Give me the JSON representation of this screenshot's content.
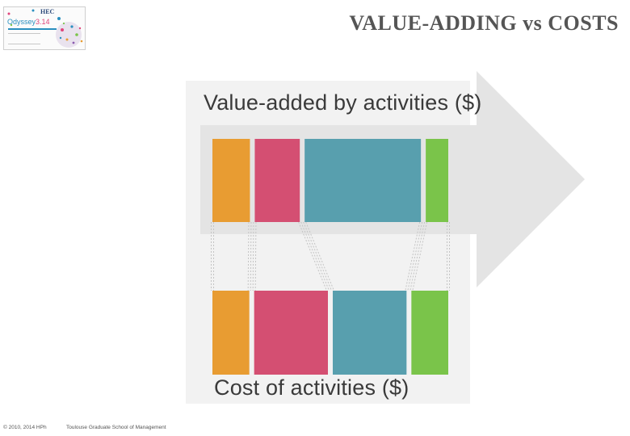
{
  "header": {
    "title": "VALUE-ADDING vs COSTS"
  },
  "logo": {
    "institution": "HEC",
    "brand_main": "Odyssey",
    "brand_num": "3.14",
    "icon": "odyssey-hec-logo-icon"
  },
  "diagram": {
    "label_value": "Value-added by activities ($)",
    "label_cost": "Cost of activities ($)",
    "colors": {
      "arrow": "#e4e4e4",
      "orange": "#e89c32",
      "pink": "#d44f72",
      "teal": "#589fae",
      "green": "#7ac44a",
      "connector": "#c4c4c4"
    },
    "value_segments": [
      {
        "name": "orange",
        "value": 1
      },
      {
        "name": "pink",
        "value": 1.2
      },
      {
        "name": "teal",
        "value": 3.1
      },
      {
        "name": "green",
        "value": 0.6
      }
    ],
    "cost_segments": [
      {
        "name": "orange",
        "value": 1
      },
      {
        "name": "pink",
        "value": 2
      },
      {
        "name": "teal",
        "value": 2
      },
      {
        "name": "green",
        "value": 1
      }
    ]
  },
  "footer": {
    "copyright": "© 2010, 2014 HPh",
    "school": "Toulouse Graduate School of Management"
  }
}
